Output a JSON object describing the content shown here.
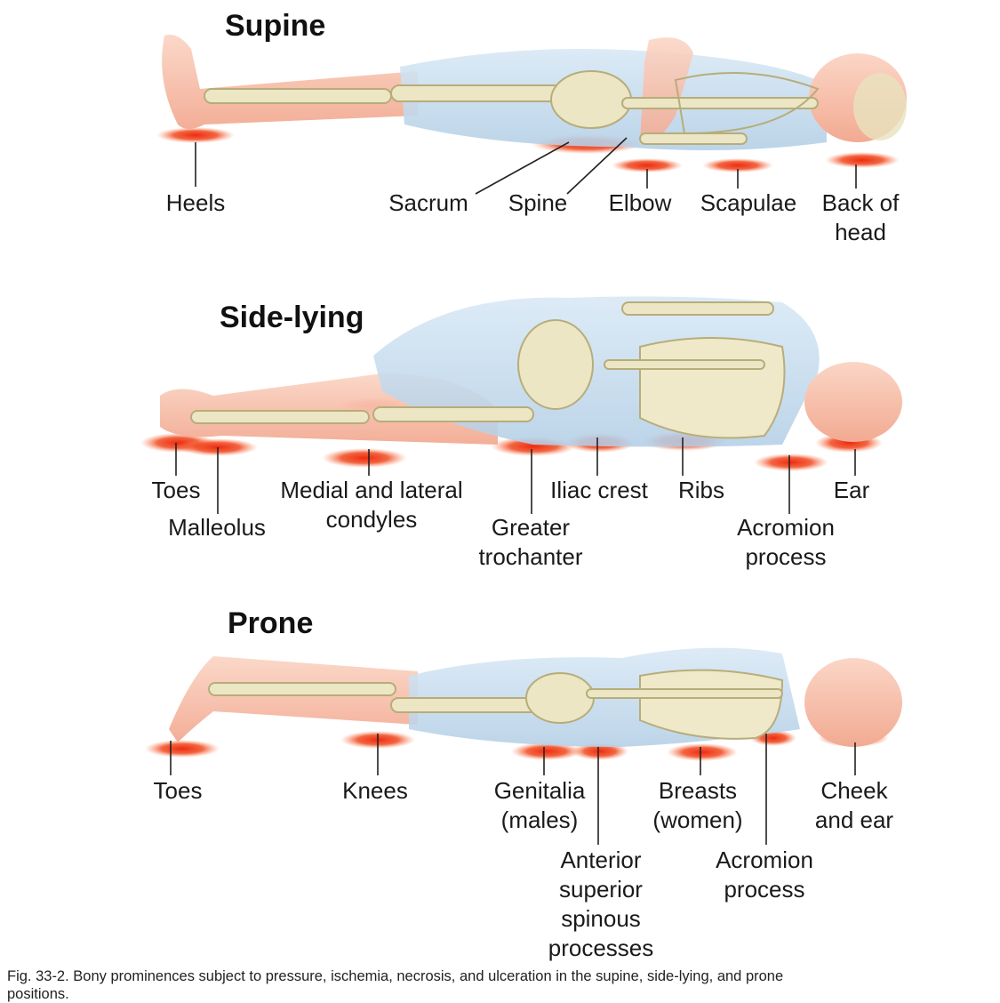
{
  "sections": {
    "supine": {
      "title": "Supine",
      "labels": [
        {
          "key": "heels",
          "lines": [
            "Heels"
          ]
        },
        {
          "key": "sacrum",
          "lines": [
            "Sacrum"
          ]
        },
        {
          "key": "spine",
          "lines": [
            "Spine"
          ]
        },
        {
          "key": "elbow",
          "lines": [
            "Elbow"
          ]
        },
        {
          "key": "scapulae",
          "lines": [
            "Scapulae"
          ]
        },
        {
          "key": "back-of-head",
          "lines": [
            "Back of",
            "head"
          ]
        }
      ]
    },
    "side_lying": {
      "title": "Side-lying",
      "labels": [
        {
          "key": "toes",
          "lines": [
            "Toes"
          ]
        },
        {
          "key": "malleolus",
          "lines": [
            "Malleolus"
          ]
        },
        {
          "key": "medial-lateral-condyles",
          "lines": [
            "Medial and lateral",
            "condyles"
          ]
        },
        {
          "key": "greater-trochanter",
          "lines": [
            "Greater",
            "trochanter"
          ]
        },
        {
          "key": "iliac-crest",
          "lines": [
            "Iliac crest"
          ]
        },
        {
          "key": "ribs",
          "lines": [
            "Ribs"
          ]
        },
        {
          "key": "acromion-process",
          "lines": [
            "Acromion",
            "process"
          ]
        },
        {
          "key": "ear",
          "lines": [
            "Ear"
          ]
        }
      ]
    },
    "prone": {
      "title": "Prone",
      "labels": [
        {
          "key": "toes",
          "lines": [
            "Toes"
          ]
        },
        {
          "key": "knees",
          "lines": [
            "Knees"
          ]
        },
        {
          "key": "genitalia",
          "lines": [
            "Genitalia",
            "(males)"
          ]
        },
        {
          "key": "anterior-superior-spinous",
          "lines": [
            "Anterior",
            "superior",
            "spinous",
            "processes"
          ]
        },
        {
          "key": "breasts",
          "lines": [
            "Breasts",
            "(women)"
          ]
        },
        {
          "key": "acromion-process",
          "lines": [
            "Acromion",
            "process"
          ]
        },
        {
          "key": "cheek-and-ear",
          "lines": [
            "Cheek",
            "and ear"
          ]
        }
      ]
    }
  },
  "caption": "Fig. 33-2. Bony prominences subject to pressure, ischemia, necrosis, and ulceration in the supine, side-lying, and prone positions.",
  "colors": {
    "pressure": "#ee2a10",
    "skin": "#f6c2ae",
    "torso": "#c7ddee",
    "bone": "#ece6c4",
    "bone_stroke": "#b7ad7a"
  }
}
